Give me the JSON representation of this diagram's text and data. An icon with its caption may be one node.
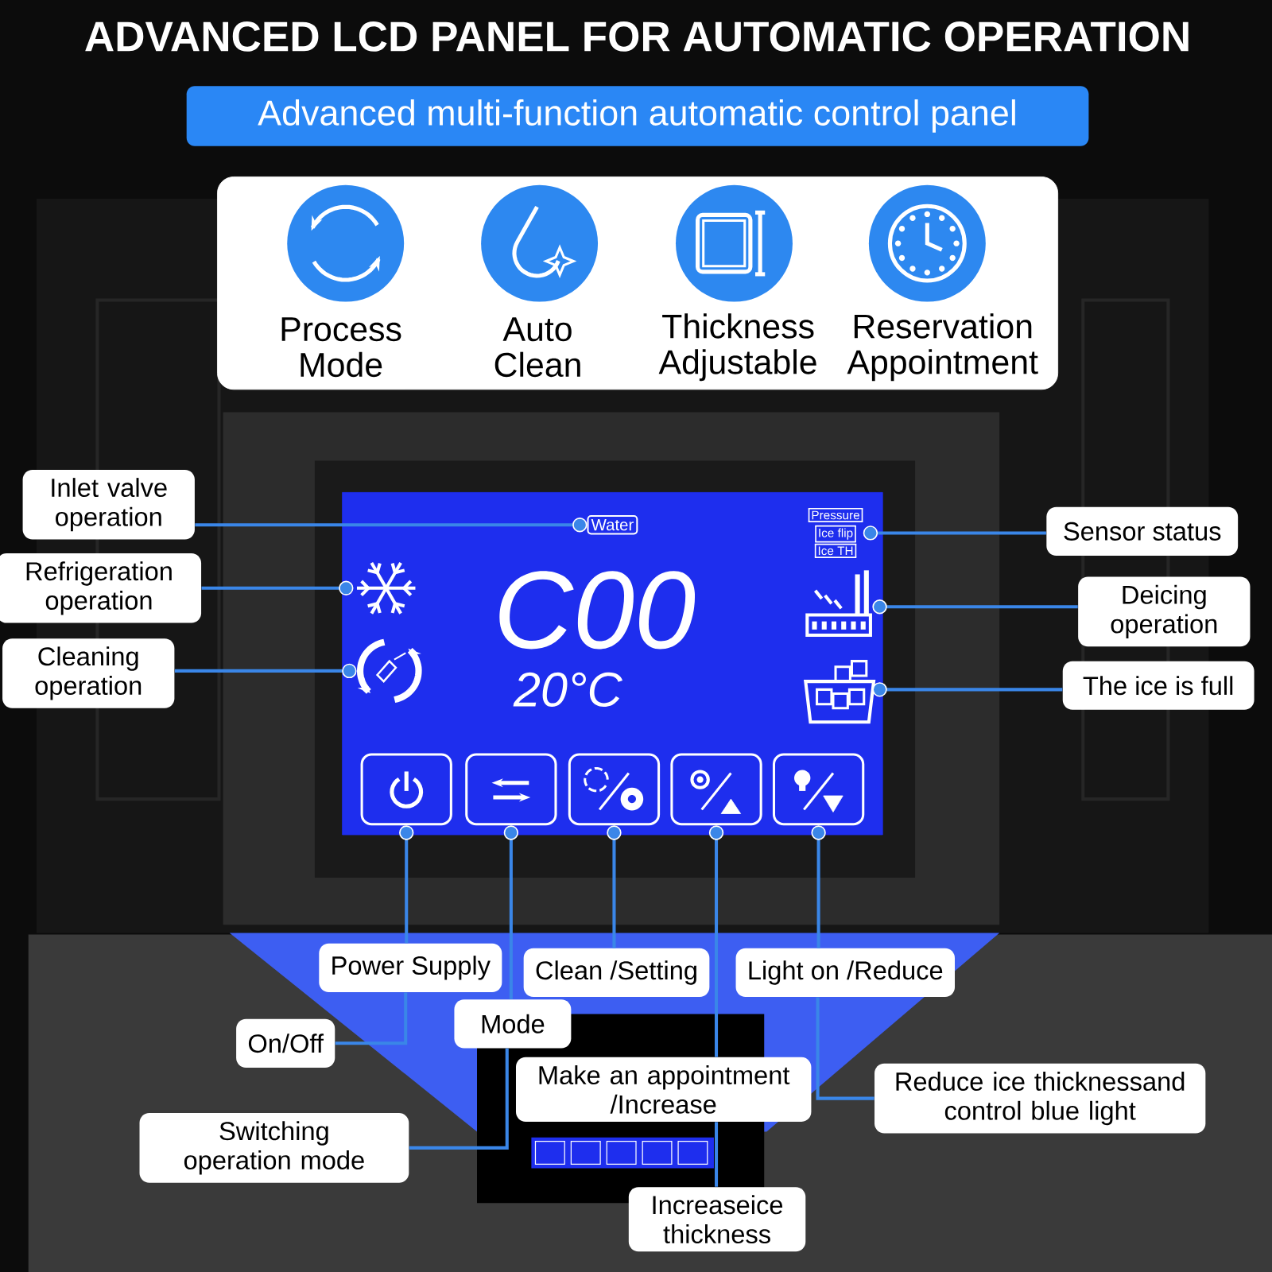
{
  "diagram": {
    "title": "ADVANCED LCD PANEL FOR AUTOMATIC OPERATION",
    "nodes": [
      {
        "text": [
          "Advanced multi-function automatic control panel"
        ]
      },
      {
        "text": [],
        "shape": "box"
      },
      {
        "text": [
          "Process Mode"
        ],
        "in": 1
      },
      {
        "text": [
          "Auto Clean"
        ],
        "in": 1
      },
      {
        "text": [
          "Thickness Adjustable"
        ],
        "in": 1
      },
      {
        "text": [
          "Reservation Appointment"
        ],
        "in": 1
      },
      {
        "text": [],
        "shape": "box"
      },
      {
        "text": [
          "Water"
        ],
        "in": 6
      },
      {
        "text": [
          "Pressure",
          "Ice flip",
          "Ice TH"
        ],
        "in": 6
      },
      {
        "text": [],
        "shape": "picture",
        "in": 6
      },
      {
        "text": [],
        "shape": "picture",
        "in": 6
      },
      {
        "text": [],
        "shape": "picture",
        "in": 6
      },
      {
        "text": [],
        "shape": "picture",
        "in": 6
      },
      {
        "text": [],
        "shape": "box",
        "in": 6
      },
      {
        "text": [],
        "shape": "box",
        "in": 6
      },
      {
        "text": [],
        "shape": "box",
        "in": 6
      },
      {
        "text": [],
        "shape": "box",
        "in": 6
      },
      {
        "text": [],
        "shape": "box",
        "in": 6
      },
      {
        "text": [
          "Inlet valve operation"
        ]
      },
      {
        "text": [
          "Refrigeration operation"
        ]
      },
      {
        "text": [
          "Cleaning operation"
        ]
      },
      {
        "text": [
          "Sensor status"
        ]
      },
      {
        "text": [
          "Deicing operation"
        ]
      },
      {
        "text": [
          "The ice is full"
        ]
      },
      {
        "text": [
          "Power Supply"
        ]
      },
      {
        "text": [
          "Clean /Setting"
        ]
      },
      {
        "text": [
          "Light on /Reduce"
        ]
      },
      {
        "text": [
          "On/Off"
        ]
      },
      {
        "text": [
          "Mode"
        ]
      },
      {
        "text": [
          "Make an appointment /Increase"
        ]
      },
      {
        "text": [
          "Reduce ice thicknessand control blue light"
        ]
      },
      {
        "text": [
          "Switching operation mode"
        ]
      },
      {
        "text": [
          "Increaseice thickness"
        ]
      }
    ],
    "edges": [
      {
        "from": 18,
        "to": 7,
        "arrow": "other"
      },
      {
        "from": 19,
        "to": 9,
        "arrow": "other"
      },
      {
        "from": 20,
        "to": 10,
        "arrow": "other"
      },
      {
        "from": 21,
        "to": 8,
        "arrow": "other"
      },
      {
        "from": 22,
        "to": 11,
        "arrow": "other"
      },
      {
        "from": 23,
        "to": 12,
        "arrow": "other"
      },
      {
        "from": 24,
        "to": 13,
        "arrow": "other"
      },
      {
        "from": 24,
        "to": 27,
        "arrow": "none"
      },
      {
        "from": 28,
        "to": 14,
        "arrow": "other"
      },
      {
        "from": 28,
        "to": 31,
        "arrow": "none"
      },
      {
        "from": 25,
        "to": 15,
        "arrow": "other"
      },
      {
        "from": 29,
        "to": 16,
        "arrow": "other"
      },
      {
        "from": 29,
        "to": 32,
        "arrow": "none"
      },
      {
        "from": 26,
        "to": 17,
        "arrow": "other"
      },
      {
        "from": 26,
        "to": 30,
        "arrow": "none"
      }
    ],
    "labels": [
      "C00",
      "20°C"
    ]
  }
}
